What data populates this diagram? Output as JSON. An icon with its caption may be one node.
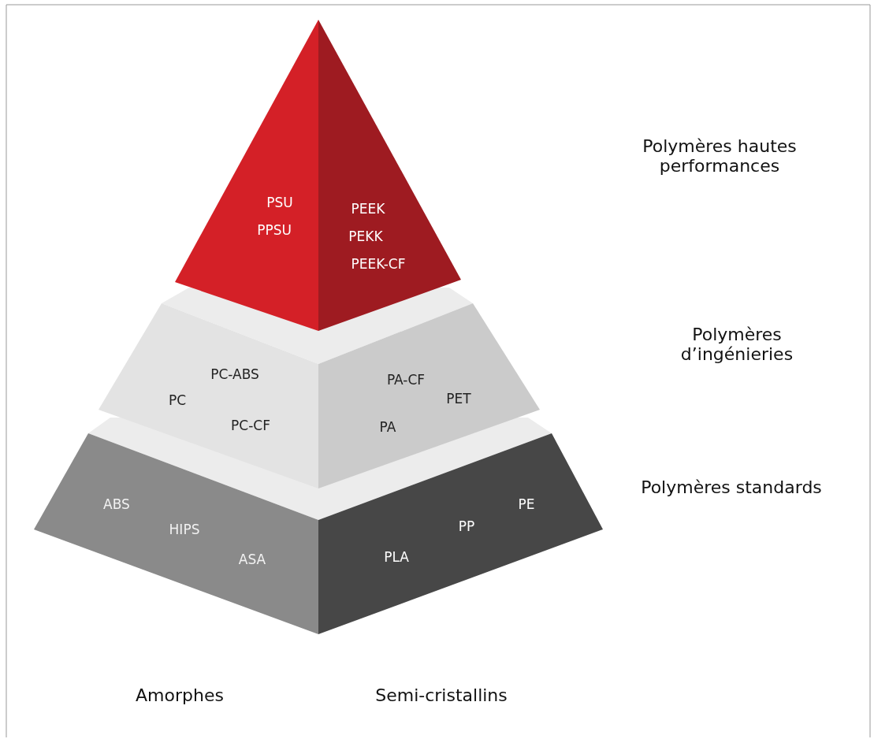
{
  "diagram": {
    "nodes": [
      {
        "text": [
          "PSU",
          "PPSU"
        ]
      },
      {
        "text": [
          "PEEK",
          "PEKK",
          "PEEK-CF"
        ]
      },
      {
        "text": [
          "PC-ABS",
          "PC",
          "PC-CF"
        ]
      },
      {
        "text": [
          "PA-CF",
          "PA",
          "PET"
        ]
      },
      {
        "text": [
          "ABS",
          "HIPS",
          "ASA"
        ]
      },
      {
        "text": [
          "PLA",
          "PP",
          "PE"
        ]
      }
    ],
    "labels": [
      "Polymères hautes performances",
      "Polymères d’ingénieries",
      "Polymères standards",
      "Amorphes",
      "Semi-cristallins"
    ]
  }
}
